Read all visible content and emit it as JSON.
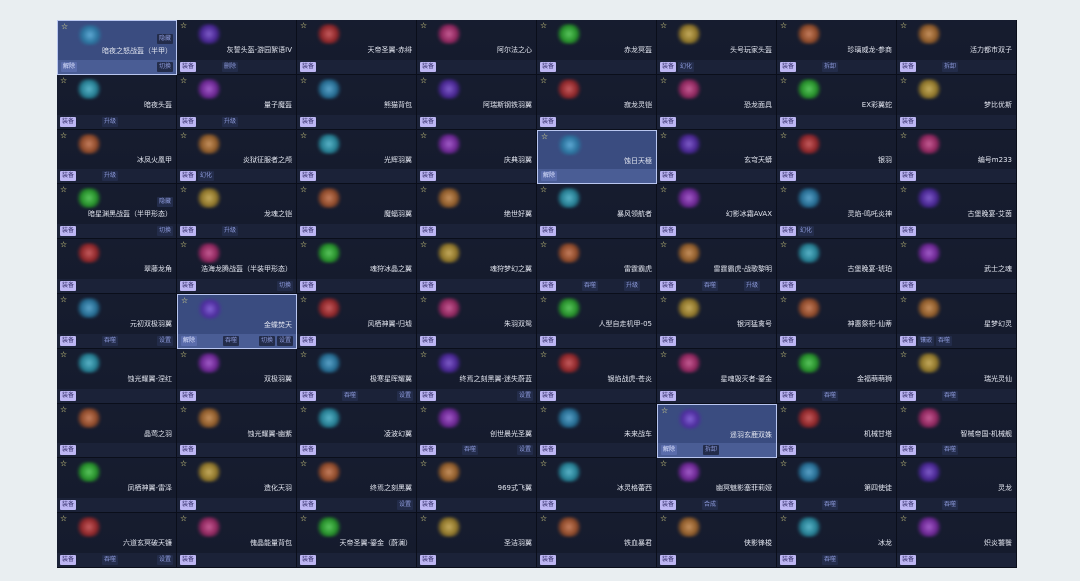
{
  "colors": {
    "accent": "#bdb6f3",
    "card": "#151b2d",
    "selected": "#3a4c80",
    "star": "#e8e08a"
  },
  "items": [
    {
      "name": "暗夜之怒战盔（半甲）",
      "selected": true,
      "actions": [
        "解除",
        "隐藏",
        "切换"
      ]
    },
    {
      "name": "灰誓头盔-游园絮语IV",
      "actions": [
        "装备",
        "删除"
      ]
    },
    {
      "name": "天帝圣翼-赤绯",
      "actions": [
        "装备"
      ]
    },
    {
      "name": "阿尔法之心",
      "actions": [
        "装备"
      ]
    },
    {
      "name": "赤龙冥盔",
      "actions": [
        "装备"
      ]
    },
    {
      "name": "头号玩家头盔",
      "actions": [
        "装备",
        "幻化"
      ]
    },
    {
      "name": "珍璃威龙-参商",
      "actions": [
        "装备",
        "拆卸"
      ]
    },
    {
      "name": "活力都市双子",
      "actions": [
        "装备",
        "拆卸"
      ]
    },
    {
      "name": "暗夜头盔",
      "actions": [
        "装备",
        "升级"
      ]
    },
    {
      "name": "量子魔盔",
      "actions": [
        "装备",
        "升级"
      ]
    },
    {
      "name": "熊猫背包",
      "actions": [
        "装备"
      ]
    },
    {
      "name": "阿瑞斯钢铁羽翼",
      "actions": [
        "装备"
      ]
    },
    {
      "name": "寂龙灵铠",
      "actions": [
        "装备"
      ]
    },
    {
      "name": "恐龙面具",
      "actions": [
        "装备"
      ]
    },
    {
      "name": "EX彩翼蛇",
      "actions": [
        "装备"
      ]
    },
    {
      "name": "梦比优斯",
      "actions": [
        "装备"
      ]
    },
    {
      "name": "冰凤火凰甲",
      "actions": [
        "装备",
        "升级"
      ]
    },
    {
      "name": "炎狱征服者之颅",
      "actions": [
        "装备",
        "幻化"
      ]
    },
    {
      "name": "光辉羽翼",
      "actions": [
        "装备"
      ]
    },
    {
      "name": "庆典羽翼",
      "actions": [
        "装备"
      ]
    },
    {
      "name": "蚀日天極",
      "selected": true,
      "actions": [
        "解除"
      ]
    },
    {
      "name": "玄穹天蟒",
      "actions": [
        "装备"
      ]
    },
    {
      "name": "银羽",
      "actions": [
        "装备"
      ]
    },
    {
      "name": "编号m233",
      "actions": [
        "装备"
      ]
    },
    {
      "name": "暗星渊黑战盔（半甲形态）",
      "actions": [
        "装备",
        "隐藏",
        "切换"
      ]
    },
    {
      "name": "龙魂之铠",
      "actions": [
        "装备",
        "升级"
      ]
    },
    {
      "name": "魔蝠羽翼",
      "actions": [
        "装备"
      ]
    },
    {
      "name": "绝世好翼",
      "actions": [
        "装备"
      ]
    },
    {
      "name": "暴风领航者",
      "actions": [
        "装备"
      ]
    },
    {
      "name": "幻影冰霜AVAX",
      "actions": [
        "装备"
      ]
    },
    {
      "name": "灵焰-鸣吒炎神",
      "actions": [
        "装备",
        "幻化"
      ]
    },
    {
      "name": "古堡晚宴-艾茵",
      "actions": [
        "装备"
      ]
    },
    {
      "name": "翠藤龙角",
      "actions": [
        "装备"
      ]
    },
    {
      "name": "浩海龙腾战盔（半装甲形态）",
      "actions": [
        "装备",
        "切换"
      ]
    },
    {
      "name": "魂狩冰晶之翼",
      "actions": [
        "装备"
      ]
    },
    {
      "name": "魂狩梦幻之翼",
      "actions": [
        "装备"
      ]
    },
    {
      "name": "雷霆霸虎",
      "actions": [
        "装备",
        "吞噬",
        "升级"
      ]
    },
    {
      "name": "雷霆霸虎-战歌黎明",
      "actions": [
        "装备",
        "吞噬",
        "升级"
      ]
    },
    {
      "name": "古堡晚宴-琥珀",
      "actions": [
        "装备"
      ]
    },
    {
      "name": "武士之魂",
      "actions": [
        "装备"
      ]
    },
    {
      "name": "元初双极羽翼",
      "actions": [
        "装备",
        "吞噬",
        "设置"
      ]
    },
    {
      "name": "金蝶焚天",
      "selected": true,
      "actions": [
        "解除",
        "吞噬",
        "切换",
        "设置"
      ]
    },
    {
      "name": "风栖神翼-归墟",
      "actions": [
        "装备"
      ]
    },
    {
      "name": "朱羽双鸳",
      "actions": [
        "装备"
      ]
    },
    {
      "name": "人型自走机甲-05",
      "actions": [
        "装备"
      ]
    },
    {
      "name": "银河猛禽号",
      "actions": [
        "装备"
      ]
    },
    {
      "name": "神惠祭祀-仙蒂",
      "actions": [
        "装备"
      ]
    },
    {
      "name": "星梦幻灵",
      "actions": [
        "装备",
        "镶嵌",
        "吞噬"
      ]
    },
    {
      "name": "蚀光耀翼-涅红",
      "actions": [
        "装备"
      ]
    },
    {
      "name": "双极羽翼",
      "actions": [
        "装备"
      ]
    },
    {
      "name": "极寒星晖耀翼",
      "actions": [
        "装备",
        "吞噬",
        "设置"
      ]
    },
    {
      "name": "终焉之刻黑翼-迷失蔚蓝",
      "actions": [
        "装备",
        "设置"
      ]
    },
    {
      "name": "银焰战虎-苍炎",
      "actions": [
        "装备"
      ]
    },
    {
      "name": "星魂毁灭者-鎏金",
      "actions": [
        "装备"
      ]
    },
    {
      "name": "金福萌萌狮",
      "actions": [
        "装备",
        "吞噬"
      ]
    },
    {
      "name": "瑞光灵仙",
      "actions": [
        "装备",
        "吞噬"
      ]
    },
    {
      "name": "晶莺之羽",
      "actions": [
        "装备"
      ]
    },
    {
      "name": "蚀光耀翼-幽紫",
      "actions": [
        "装备"
      ]
    },
    {
      "name": "凌波幻翼",
      "actions": [
        "装备"
      ]
    },
    {
      "name": "创世晨光圣翼",
      "actions": [
        "装备",
        "吞噬",
        "设置"
      ]
    },
    {
      "name": "未来战车",
      "actions": [
        "装备"
      ]
    },
    {
      "name": "遥羽玄鹿双姝",
      "selected": true,
      "actions": [
        "解除",
        "拆卸"
      ]
    },
    {
      "name": "机械甘塔",
      "actions": [
        "装备"
      ]
    },
    {
      "name": "智械帝国-机械舰",
      "actions": [
        "装备",
        "吞噬"
      ]
    },
    {
      "name": "凤栖神翼-雷泽",
      "actions": [
        "装备"
      ]
    },
    {
      "name": "造化天羽",
      "actions": [
        "装备"
      ]
    },
    {
      "name": "终焉之刻黑翼",
      "actions": [
        "装备",
        "设置"
      ]
    },
    {
      "name": "969式飞翼",
      "actions": [
        "装备"
      ]
    },
    {
      "name": "冰灵格蕾西",
      "actions": [
        "装备"
      ]
    },
    {
      "name": "幽冥魅影塞菲莉娅",
      "actions": [
        "装备",
        "合成"
      ]
    },
    {
      "name": "第四使徒",
      "actions": [
        "装备",
        "吞噬"
      ]
    },
    {
      "name": "灵龙",
      "actions": [
        "装备",
        "吞噬"
      ]
    },
    {
      "name": "六道玄冥破天镰",
      "actions": [
        "装备",
        "吞噬",
        "设置"
      ]
    },
    {
      "name": "傀晶能量背包",
      "actions": [
        "装备"
      ]
    },
    {
      "name": "天帝圣翼-鎏金（蔚澜）",
      "actions": [
        "装备"
      ]
    },
    {
      "name": "圣洁羽翼",
      "actions": [
        "装备"
      ]
    },
    {
      "name": "铁血暴君",
      "actions": [
        "装备"
      ]
    },
    {
      "name": "侠影锋梭",
      "actions": [
        "装备"
      ]
    },
    {
      "name": "冰龙",
      "actions": [
        "装备",
        "吞噬"
      ]
    },
    {
      "name": "炽炎饕餮",
      "actions": [
        "装备"
      ]
    }
  ]
}
